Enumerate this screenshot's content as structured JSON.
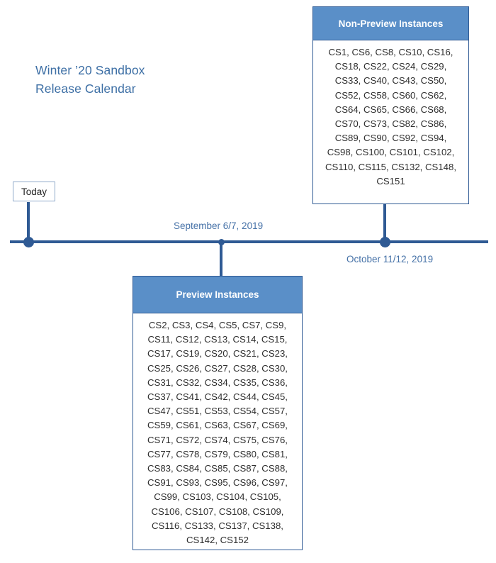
{
  "title": "Winter ’20 Sandbox\nRelease Calendar",
  "watermark": "",
  "timeline": {
    "today_label": "Today",
    "milestones": [
      {
        "label": "September 6/7, 2019"
      },
      {
        "label": "October 11/12, 2019"
      }
    ]
  },
  "boxes": {
    "non_preview": {
      "header": "Non-Preview Instances",
      "instances_text": "CS1, CS6, CS8, CS10, CS16,\nCS18, CS22, CS24, CS29,\nCS33, CS40, CS43, CS50,\nCS52, CS58, CS60, CS62,\nCS64, CS65, CS66, CS68,\nCS70, CS73, CS82, CS86,\nCS89, CS90, CS92, CS94,\nCS98, CS100, CS101, CS102,\nCS110, CS115, CS132, CS148,\nCS151",
      "instances": [
        "CS1",
        "CS6",
        "CS8",
        "CS10",
        "CS16",
        "CS18",
        "CS22",
        "CS24",
        "CS29",
        "CS33",
        "CS40",
        "CS43",
        "CS50",
        "CS52",
        "CS58",
        "CS60",
        "CS62",
        "CS64",
        "CS65",
        "CS66",
        "CS68",
        "CS70",
        "CS73",
        "CS82",
        "CS86",
        "CS89",
        "CS90",
        "CS92",
        "CS94",
        "CS98",
        "CS100",
        "CS101",
        "CS102",
        "CS110",
        "CS115",
        "CS132",
        "CS148",
        "CS151"
      ]
    },
    "preview": {
      "header": "Preview Instances",
      "instances_text": "CS2, CS3, CS4, CS5, CS7, CS9,\nCS11, CS12, CS13, CS14, CS15,\nCS17, CS19, CS20, CS21, CS23,\nCS25, CS26, CS27, CS28, CS30,\nCS31, CS32, CS34, CS35, CS36,\nCS37, CS41, CS42, CS44, CS45,\nCS47, CS51, CS53, CS54, CS57,\nCS59, CS61, CS63, CS67, CS69,\nCS71, CS72, CS74, CS75, CS76,\nCS77, CS78, CS79, CS80, CS81,\nCS83, CS84, CS85, CS87, CS88,\nCS91, CS93, CS95, CS96, CS97,\nCS99, CS103, CS104, CS105,\nCS106, CS107, CS108, CS109,\nCS116, CS133, CS137, CS138,\nCS142, CS152",
      "instances": [
        "CS2",
        "CS3",
        "CS4",
        "CS5",
        "CS7",
        "CS9",
        "CS11",
        "CS12",
        "CS13",
        "CS14",
        "CS15",
        "CS17",
        "CS19",
        "CS20",
        "CS21",
        "CS23",
        "CS25",
        "CS26",
        "CS27",
        "CS28",
        "CS30",
        "CS31",
        "CS32",
        "CS34",
        "CS35",
        "CS36",
        "CS37",
        "CS41",
        "CS42",
        "CS44",
        "CS45",
        "CS47",
        "CS51",
        "CS53",
        "CS54",
        "CS57",
        "CS59",
        "CS61",
        "CS63",
        "CS67",
        "CS69",
        "CS71",
        "CS72",
        "CS74",
        "CS75",
        "CS76",
        "CS77",
        "CS78",
        "CS79",
        "CS80",
        "CS81",
        "CS83",
        "CS84",
        "CS85",
        "CS87",
        "CS88",
        "CS91",
        "CS93",
        "CS95",
        "CS96",
        "CS97",
        "CS99",
        "CS103",
        "CS104",
        "CS105",
        "CS106",
        "CS107",
        "CS108",
        "CS109",
        "CS116",
        "CS133",
        "CS137",
        "CS138",
        "CS142",
        "CS152"
      ]
    }
  },
  "colors": {
    "accent_line": "#2f5a94",
    "header_fill": "#5a8fc8",
    "title_text": "#3d6fa5",
    "date_text": "#4571a7"
  }
}
